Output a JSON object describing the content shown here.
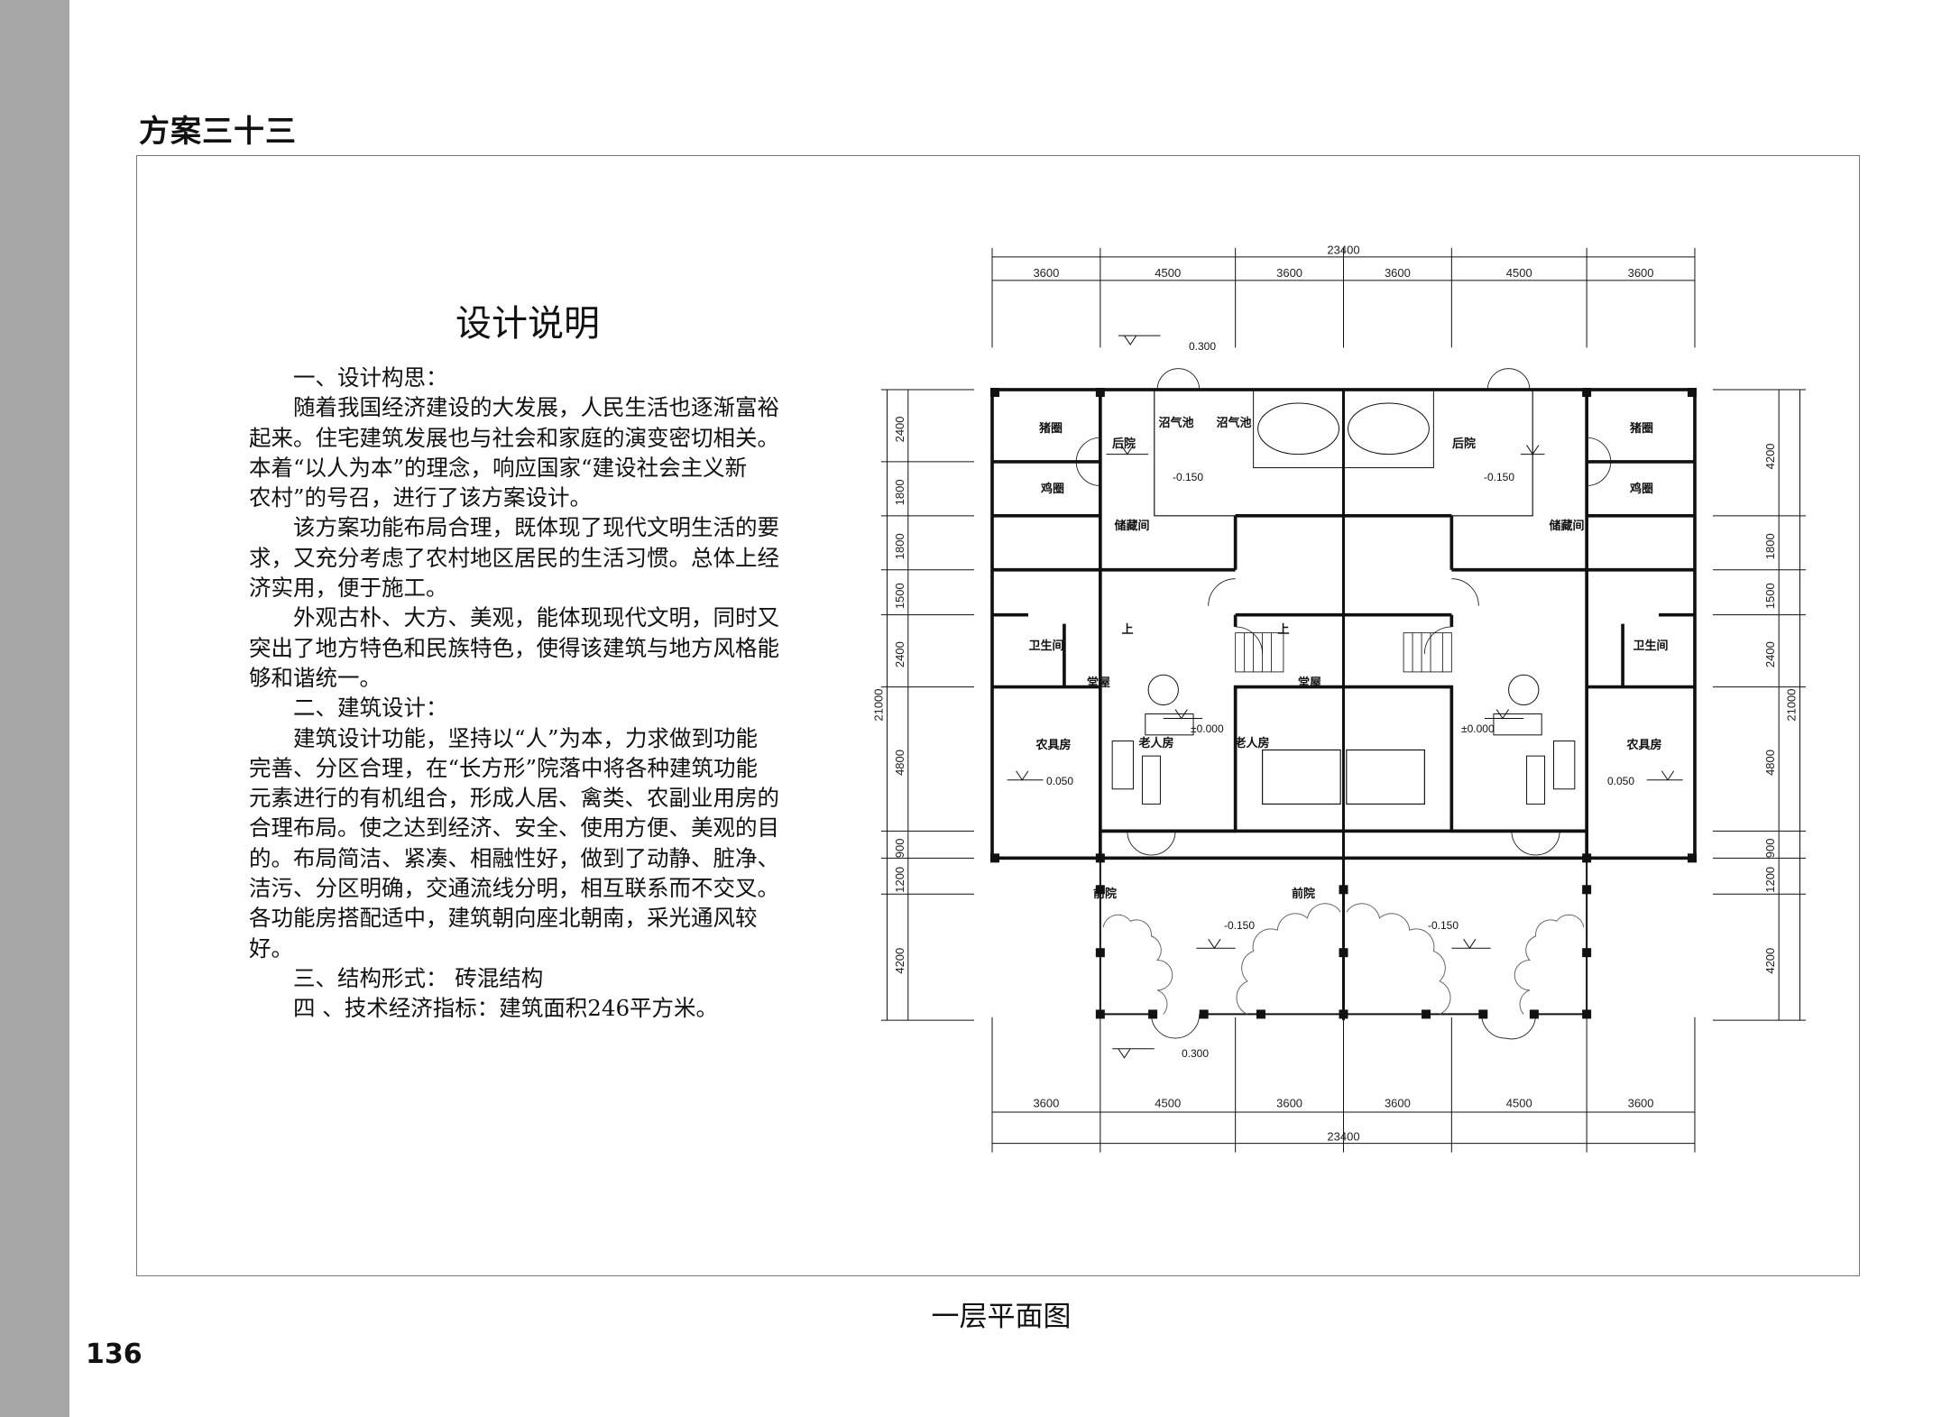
{
  "header": {
    "scheme_title": "方案三十三"
  },
  "description": {
    "title": "设计说明",
    "lines": [
      {
        "text": "一、设计构思：",
        "indent": true
      },
      {
        "text": "随着我国经济建设的大发展，人民生活也逐渐富裕",
        "indent": true
      },
      {
        "text": "起来。住宅建筑发展也与社会和家庭的演变密切相关。",
        "indent": false
      },
      {
        "text": "本着“以人为本”的理念，响应国家“建设社会主义新",
        "indent": false
      },
      {
        "text": "农村”的号召，进行了该方案设计。",
        "indent": false
      },
      {
        "text": "该方案功能布局合理，既体现了现代文明生活的要",
        "indent": true
      },
      {
        "text": "求，又充分考虑了农村地区居民的生活习惯。总体上经",
        "indent": false
      },
      {
        "text": "济实用，便于施工。",
        "indent": false
      },
      {
        "text": "外观古朴、大方、美观，能体现现代文明，同时又",
        "indent": true
      },
      {
        "text": "突出了地方特色和民族特色，使得该建筑与地方风格能",
        "indent": false
      },
      {
        "text": "够和谐统一。",
        "indent": false
      },
      {
        "text": "二、建筑设计：",
        "indent": true
      },
      {
        "text": "建筑设计功能，坚持以“人”为本，力求做到功能",
        "indent": true
      },
      {
        "text": "完善、分区合理，在“长方形”院落中将各种建筑功能",
        "indent": false
      },
      {
        "text": "元素进行的有机组合，形成人居、禽类、农副业用房的",
        "indent": false
      },
      {
        "text": "合理布局。使之达到经济、安全、使用方便、美观的目",
        "indent": false
      },
      {
        "text": "的。布局简洁、紧凑、相融性好，做到了动静、脏净、",
        "indent": false
      },
      {
        "text": "洁污、分区明确，交通流线分明，相互联系而不交叉。",
        "indent": false
      },
      {
        "text": "各功能房搭配适中，建筑朝向座北朝南，采光通风较",
        "indent": false
      },
      {
        "text": "好。",
        "indent": false
      },
      {
        "text": "三、结构形式： 砖混结构",
        "indent": true
      },
      {
        "text": "四 、技术经济指标：建筑面积246平方米。",
        "indent": true
      }
    ]
  },
  "plan": {
    "caption": "一层平面图",
    "total_width": "23400",
    "total_depth": "21000",
    "top_dims": [
      "3600",
      "4500",
      "3600",
      "3600",
      "4500",
      "3600"
    ],
    "bottom_dims": [
      "3600",
      "4500",
      "3600",
      "3600",
      "4500",
      "3600"
    ],
    "left_dims": [
      "2400",
      "1800",
      "1800",
      "1500",
      "2400",
      "4800",
      "900",
      "1200",
      "4200"
    ],
    "right_dims": [
      "4200",
      "1800",
      "1500",
      "2400",
      "4800",
      "900",
      "1200",
      "4200"
    ],
    "rooms": {
      "pigsty": "猪圈",
      "chicken_coop": "鸡圈",
      "storage": "储藏间",
      "bathroom": "卫生间",
      "tool_room": "农具房",
      "back_yard": "后院",
      "biogas": "沼气池",
      "main_hall": "堂屋",
      "elder_room": "老人房",
      "front_yard": "前院",
      "stairs_up": "上"
    },
    "elevations": {
      "entry": "0.300",
      "yard": "-0.150",
      "hall": "±0.000",
      "tool_room": "0.050"
    }
  },
  "footer": {
    "page_number": "136"
  }
}
